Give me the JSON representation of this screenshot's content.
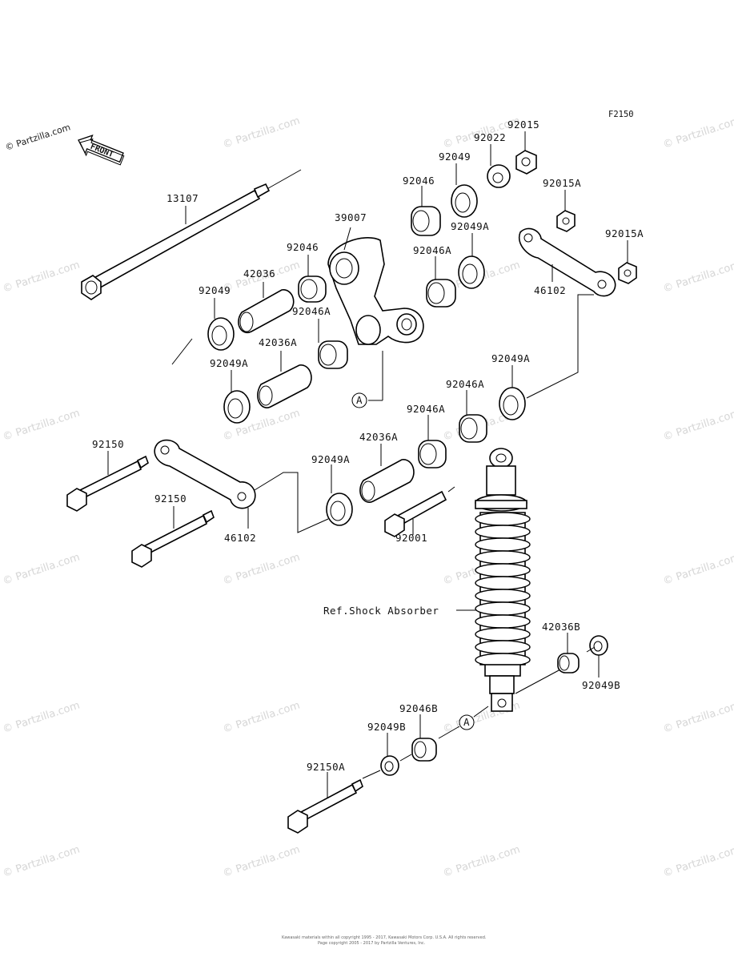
{
  "figure_code": "F2150",
  "front_label": "FRONT",
  "watermark": "© Partzilla.com",
  "ref_label": "Ref.Shock Absorber",
  "callout_letter": "A",
  "footer_line1": "Kawasaki materials within all copyright 1995 - 2017, Kawasaki Motors Corp. U.S.A. All rights reserved.",
  "footer_line2": "Page copyright 2005 - 2017 by Partzilla Ventures, Inc.",
  "parts": {
    "p13107": "13107",
    "p39007": "39007",
    "p92046": "92046",
    "p92046_r": "92046",
    "p42036": "42036",
    "p92049_l": "92049",
    "p92049_r": "92049",
    "p92046A": "92046A",
    "p42036A": "42036A",
    "p92049A_l": "92049A",
    "p92022": "92022",
    "p92015": "92015",
    "p92015A_1": "92015A",
    "p92015A_2": "92015A",
    "p92049A_r": "92049A",
    "p92046A_r": "92046A",
    "p46102_r": "46102",
    "p92049A_mr": "92049A",
    "p92046A_m1": "92046A",
    "p92046A_m2": "92046A",
    "p42036A_m": "42036A",
    "p92049A_m": "92049A",
    "p92150_1": "92150",
    "p92150_2": "92150",
    "p46102_l": "46102",
    "p92001": "92001",
    "p42036B": "42036B",
    "p92049B_r": "92049B",
    "p92046B": "92046B",
    "p92049B_l": "92049B",
    "p92150A": "92150A"
  }
}
